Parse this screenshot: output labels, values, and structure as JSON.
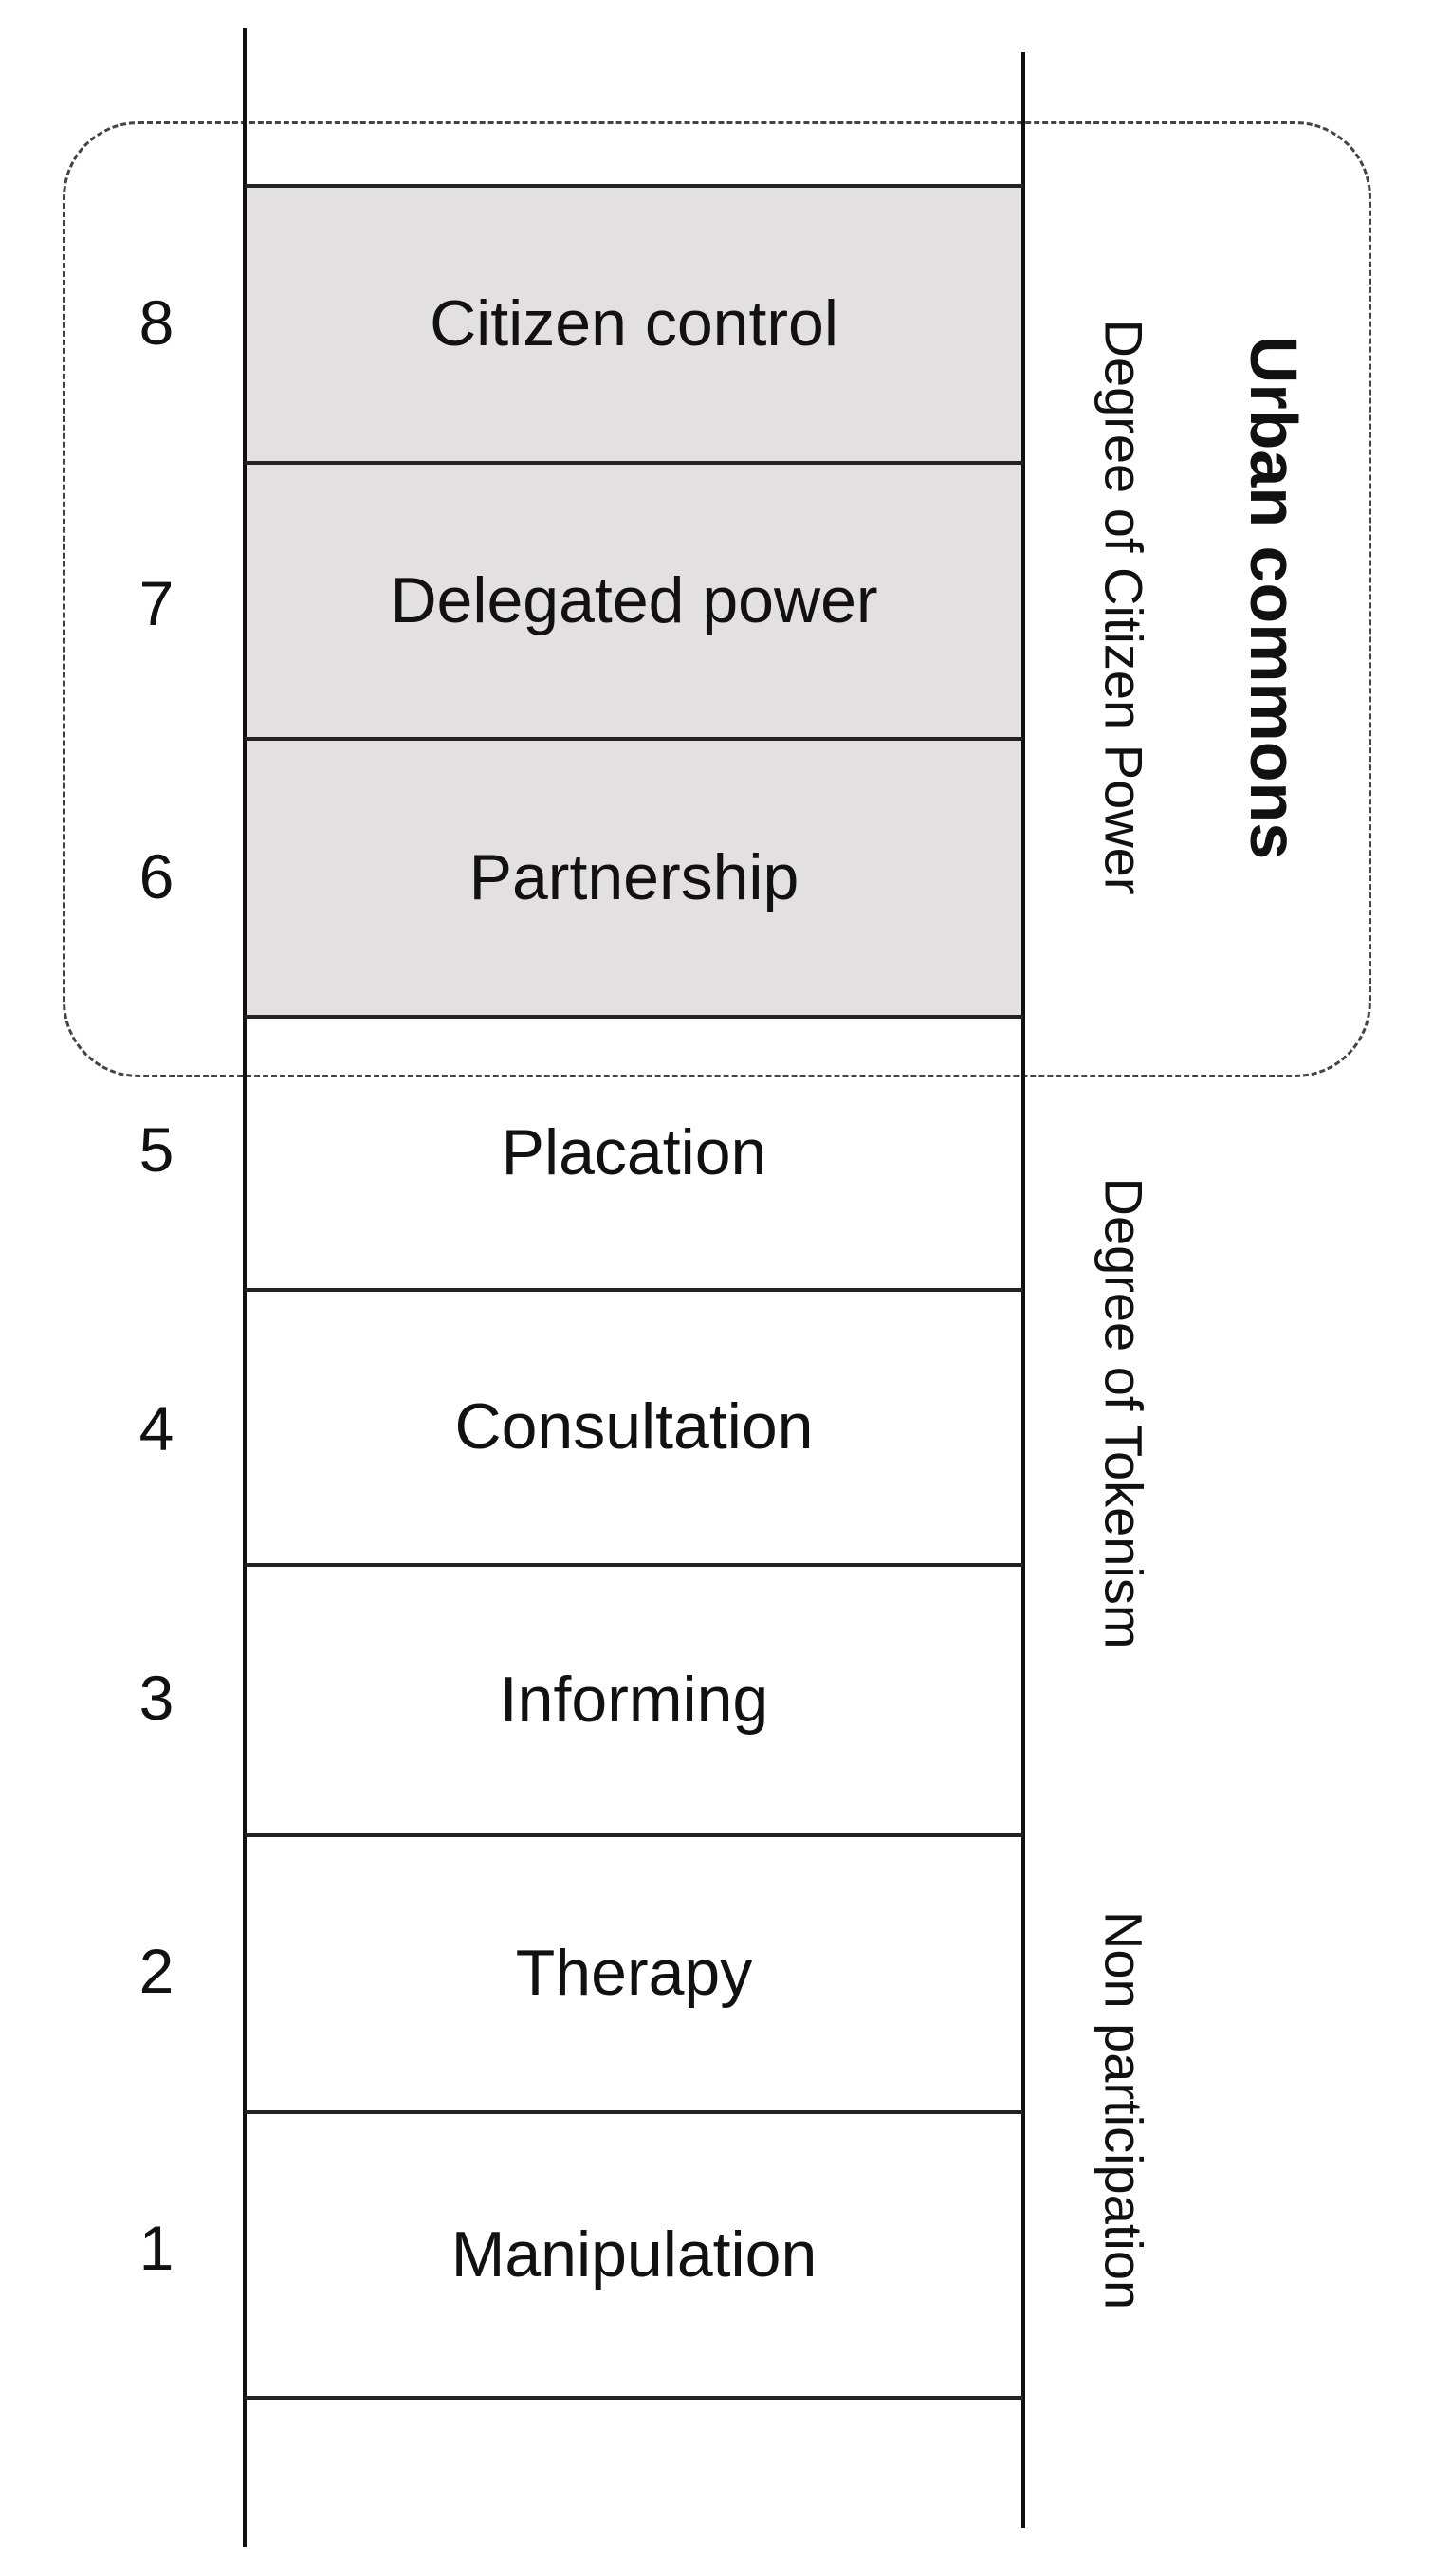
{
  "rungs": [
    {
      "number": "8",
      "label": "Citizen control",
      "highlighted": true
    },
    {
      "number": "7",
      "label": "Delegated power",
      "highlighted": true
    },
    {
      "number": "6",
      "label": "Partnership",
      "highlighted": true
    },
    {
      "number": "5",
      "label": "Placation",
      "highlighted": false
    },
    {
      "number": "4",
      "label": "Consultation",
      "highlighted": false
    },
    {
      "number": "3",
      "label": "Informing",
      "highlighted": false
    },
    {
      "number": "2",
      "label": "Therapy",
      "highlighted": false
    },
    {
      "number": "1",
      "label": "Manipulation",
      "highlighted": false
    }
  ],
  "groups": {
    "citizen_power": "Degree of Citizen Power",
    "tokenism": "Degree of Tokenism",
    "non_participation": "Non participation"
  },
  "highlight": {
    "label": "Urban commons",
    "fill_color": "#e2e0e0"
  }
}
